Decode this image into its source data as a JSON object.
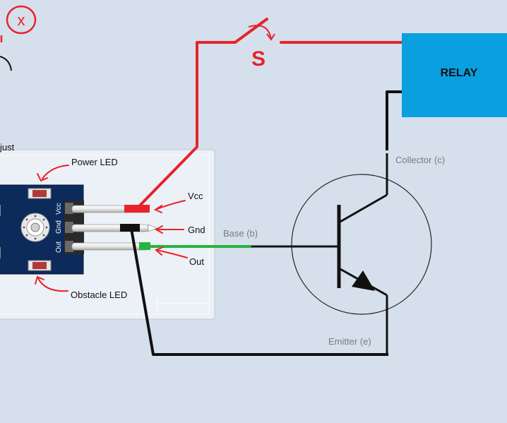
{
  "relay": {
    "label": "RELAY",
    "color": "#0aa0e0"
  },
  "switch": {
    "label": "S"
  },
  "corner_mark": {
    "label": "x"
  },
  "sensor": {
    "cut_label": "just",
    "pins": [
      {
        "silk": "Vcc",
        "callout": "Vcc"
      },
      {
        "silk": "Gnd",
        "callout": "Gnd"
      },
      {
        "silk": "Out",
        "callout": "Out"
      }
    ],
    "power_led": "Power LED",
    "obstacle_led": "Obstacle LED"
  },
  "transistor": {
    "collector": "Collector (c)",
    "base": "Base (b)",
    "emitter": "Emitter (e)"
  },
  "colors": {
    "annotation_red": "#e8232a",
    "signal_green": "#27b33f",
    "wire_black": "#111111",
    "board_blue": "#0c2a5a",
    "label_gray": "#7a7a7a"
  }
}
